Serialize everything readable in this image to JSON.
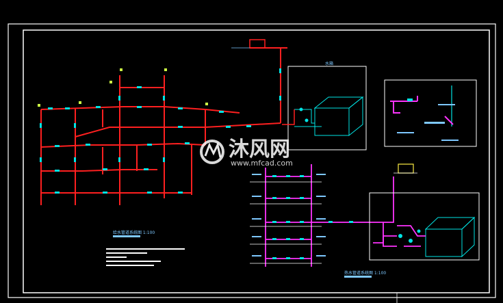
{
  "drawing": {
    "background": "#000000",
    "frame_color": "#ffffff",
    "pipe_red": "#ff2020",
    "pipe_magenta": "#ff33ff",
    "equip_cyan": "#00e5e5",
    "dim_yellow": "#ffee44"
  },
  "watermark": {
    "brand_cn": "沐风网",
    "url": "www.mfcad.com",
    "logo": "mfcad-logo"
  },
  "labels": {
    "plan_title": "给水管道系统图 1:100",
    "riser_title": "热水管道系统图 1:100",
    "detail_title": "水箱",
    "detail2_title": "节点详图"
  }
}
